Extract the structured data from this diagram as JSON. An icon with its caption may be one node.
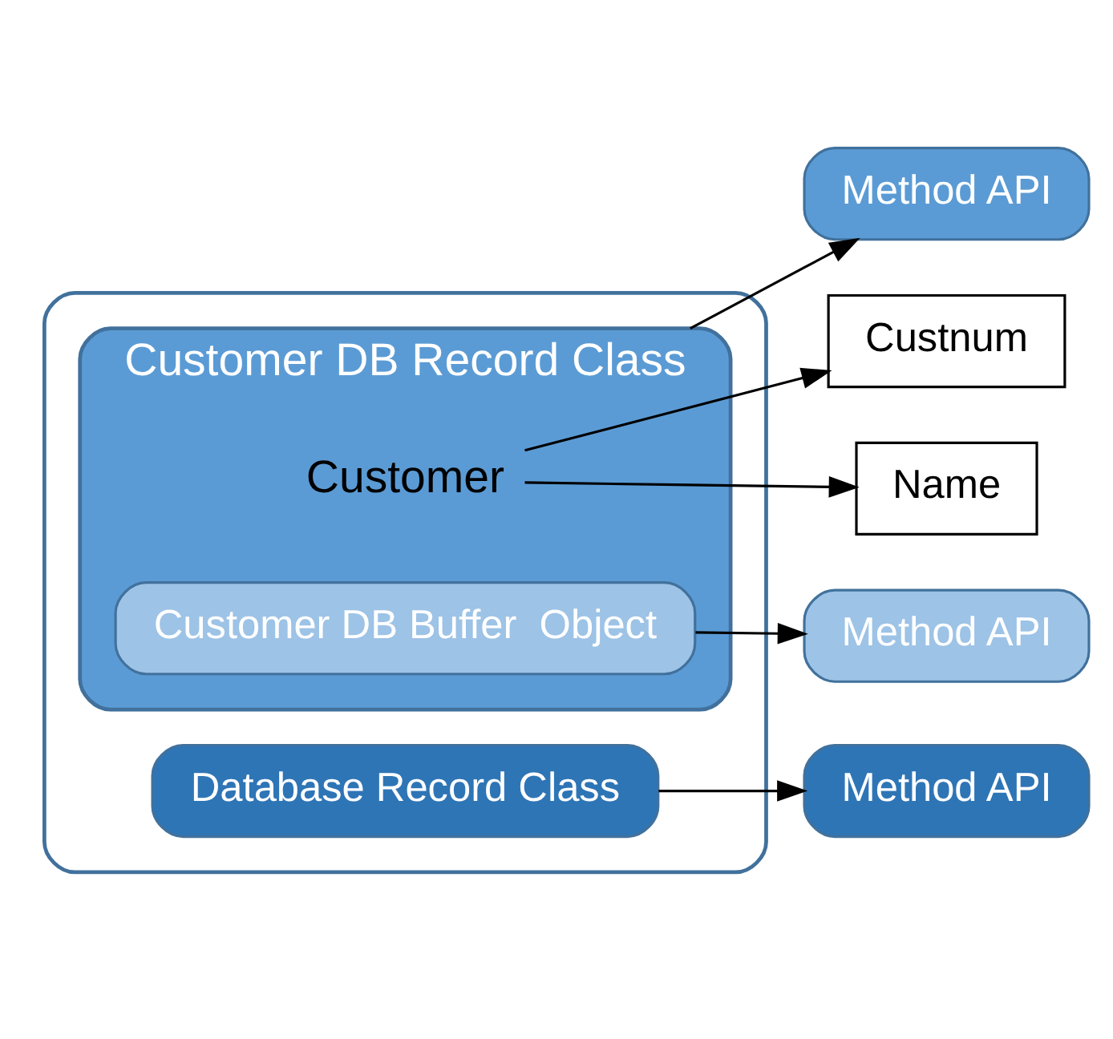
{
  "diagram": {
    "nodes": [
      {
        "text": [],
        "shape": "box"
      },
      {
        "text": [
          "Customer DB Record Class"
        ],
        "in": 0
      },
      {
        "text": [
          "Customer"
        ],
        "in": 1
      },
      {
        "text": [
          "Customer DB Buffer  Object"
        ],
        "in": 1
      },
      {
        "text": [
          "Database Record Class"
        ],
        "in": 0
      },
      {
        "text": [
          "Method API"
        ]
      },
      {
        "text": [
          "Custnum"
        ]
      },
      {
        "text": [
          "Name"
        ]
      },
      {
        "text": [
          "Method API"
        ]
      },
      {
        "text": [
          "Method API"
        ]
      }
    ],
    "edges": [
      {
        "from": 1,
        "to": 5,
        "arrow": "to"
      },
      {
        "from": 2,
        "to": 6,
        "arrow": "to"
      },
      {
        "from": 2,
        "to": 7,
        "arrow": "to"
      },
      {
        "from": 3,
        "to": 8,
        "arrow": "to"
      },
      {
        "from": 4,
        "to": 9,
        "arrow": "to"
      }
    ]
  }
}
